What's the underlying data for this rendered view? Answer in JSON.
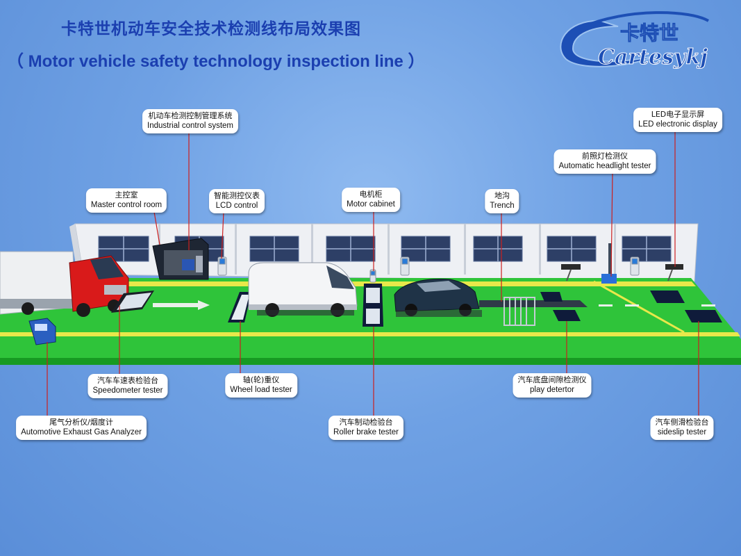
{
  "title": {
    "cn": "卡特世机动车安全技术检测线布局效果图",
    "en": "（ Motor vehicle safety technology inspection line ）"
  },
  "logo": {
    "cn": "卡特世",
    "script": "Cartesykj",
    "colors": {
      "swoosh": "#1d4fb5",
      "text": "#ffffff"
    }
  },
  "colors": {
    "floor": "#2fc43a",
    "lane_stripe": "#e8e84a",
    "background": "#6fa1e4",
    "leader": "#cc1f1f"
  },
  "callouts": {
    "industrial_control": {
      "cn": "机动车检测控制管理系统",
      "en": "Industrial control system"
    },
    "master_control": {
      "cn": "主控室",
      "en": "Master control room"
    },
    "lcd_control": {
      "cn": "智能测控仪表",
      "en": "LCD control"
    },
    "motor_cabinet": {
      "cn": "电机柜",
      "en": "Motor cabinet"
    },
    "trench": {
      "cn": "地沟",
      "en": "Trench"
    },
    "headlight": {
      "cn": "前照灯检测仪",
      "en": "Automatic headlight tester"
    },
    "led_display": {
      "cn": "LED电子显示屏",
      "en": "LED electronic display"
    },
    "speedometer": {
      "cn": "汽车车速表检验台",
      "en": "Speedometer tester"
    },
    "wheel_load": {
      "cn": "轴(轮)重仪",
      "en": "Wheel load tester"
    },
    "play_detector": {
      "cn": "汽车底盘间隙检测仪",
      "en": "play detertor"
    },
    "exhaust": {
      "cn": "尾气分析仪/烟度计",
      "en": "Automotive Exhaust Gas Analyzer"
    },
    "roller_brake": {
      "cn": "汽车制动检验台",
      "en": "Roller brake tester"
    },
    "sideslip": {
      "cn": "汽车侧滑检验台",
      "en": "sideslip tester"
    }
  }
}
